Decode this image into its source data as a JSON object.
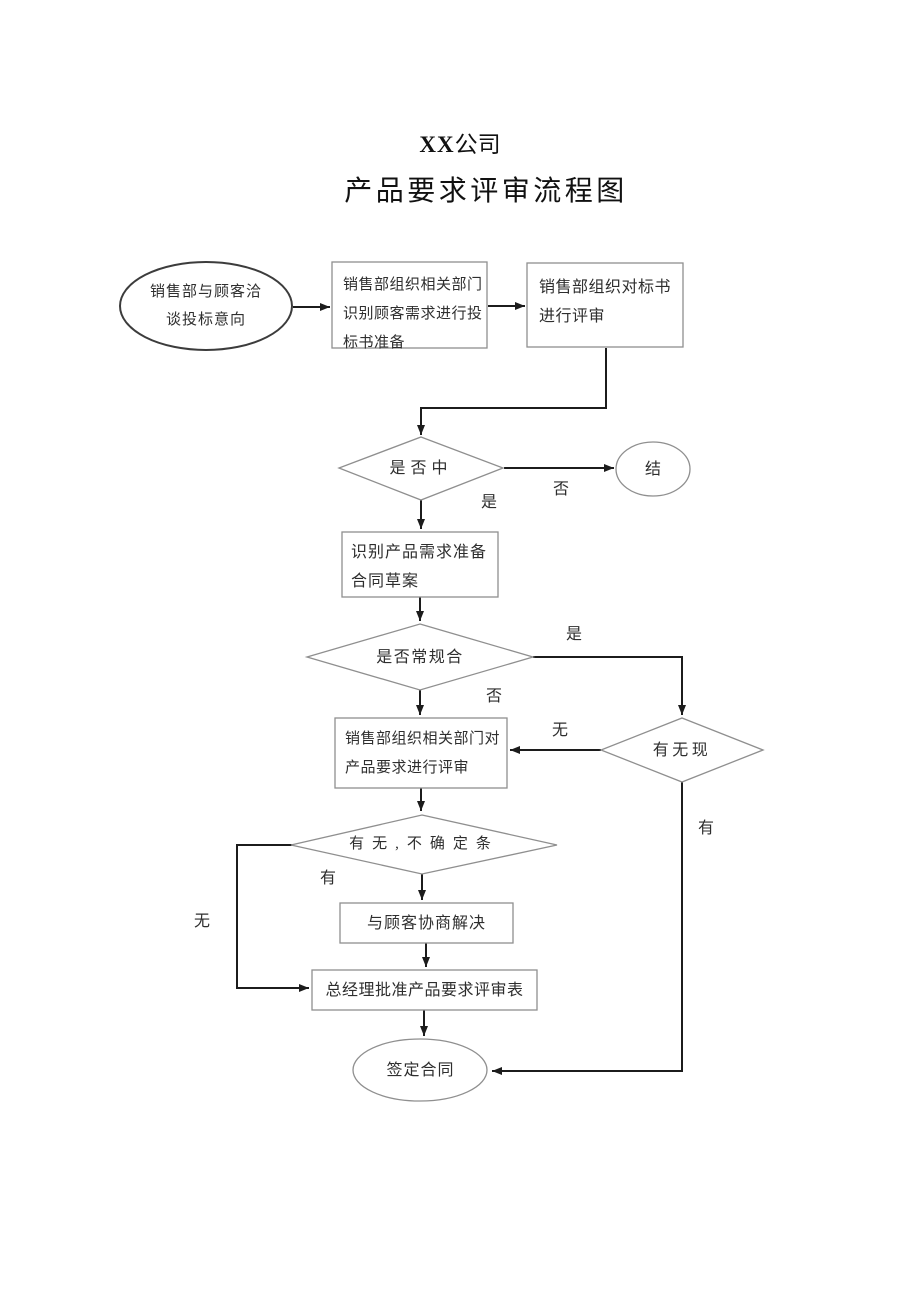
{
  "page": {
    "title_prefix": "XX",
    "title_suffix": "公司",
    "subtitle": "产品要求评审流程图"
  },
  "appearance": {
    "ink_color": "#2e2e2e",
    "shape_outline_color": "#8f8f8f",
    "connector_color": "#1c1c1c",
    "background_color": "#ffffff"
  },
  "flowchart": {
    "nodes": {
      "start": {
        "shape": "ellipse",
        "text": "销售部与顾客洽\n谈投标意向"
      },
      "prepare_bid": {
        "shape": "rect",
        "text": "销售部组织相关部门\n识别顾客需求进行投\n标书准备"
      },
      "review_bid": {
        "shape": "rect",
        "text": "销售部组织对标书\n进行评审"
      },
      "decision_win": {
        "shape": "diamond",
        "text": "是否中"
      },
      "end": {
        "shape": "ellipse",
        "text": "结"
      },
      "identify_req": {
        "shape": "rect",
        "text": "识别产品需求准备\n合同草案"
      },
      "decision_normal": {
        "shape": "diamond",
        "text": "是否常规合"
      },
      "review_req": {
        "shape": "rect",
        "text": "销售部组织相关部门对\n产品要求进行评审"
      },
      "decision_existing": {
        "shape": "diamond",
        "text": "有无现"
      },
      "decision_uncertain": {
        "shape": "diamond",
        "text": "有无,不确定条"
      },
      "negotiate": {
        "shape": "rect",
        "text": "与顾客协商解决"
      },
      "approve": {
        "shape": "rect",
        "text": "总经理批准产品要求评审表"
      },
      "sign": {
        "shape": "ellipse",
        "text": "签定合同"
      }
    },
    "edge_labels": {
      "win_yes": "是",
      "win_no": "否",
      "normal_yes": "是",
      "normal_no": "否",
      "existing_no": "无",
      "existing_yes": "有",
      "uncertain_yes": "有",
      "uncertain_no": "无"
    }
  }
}
